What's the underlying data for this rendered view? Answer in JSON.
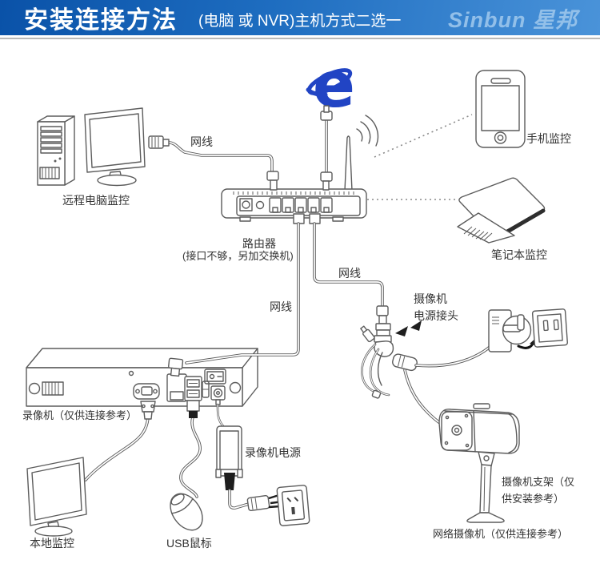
{
  "header": {
    "title": "安装连接方法",
    "subtitle": "(电脑 或 NVR)主机方式二选一",
    "brand": "Sinbun 星邦",
    "bg_from": "#0a52a8",
    "bg_to": "#4a93d9",
    "brand_color": "#9cc6ec"
  },
  "diagram": {
    "line_color": "#5c5c5c",
    "ie_blue": "#2144c4",
    "icons": {
      "browser_letter": "e"
    },
    "labels": {
      "remote_pc": "远程电脑监控",
      "cable_top": "网线",
      "router": "路由器",
      "router_note": "(接口不够，另加交换机)",
      "phone": "手机监控",
      "laptop": "笔记本监控",
      "cable_right": "网线",
      "cable_left": "网线",
      "camera_power_line1": "摄像机",
      "camera_power_line2": "电源接头",
      "dvr": "录像机（仅供连接参考）",
      "dvr_power": "录像机电源",
      "local_monitor": "本地监控",
      "usb_mouse": "USB鼠标",
      "bracket_line1": "摄像机支架（仅",
      "bracket_line2": "供安装参考）",
      "network_camera": "网络摄像机（仅供连接参考）"
    }
  }
}
